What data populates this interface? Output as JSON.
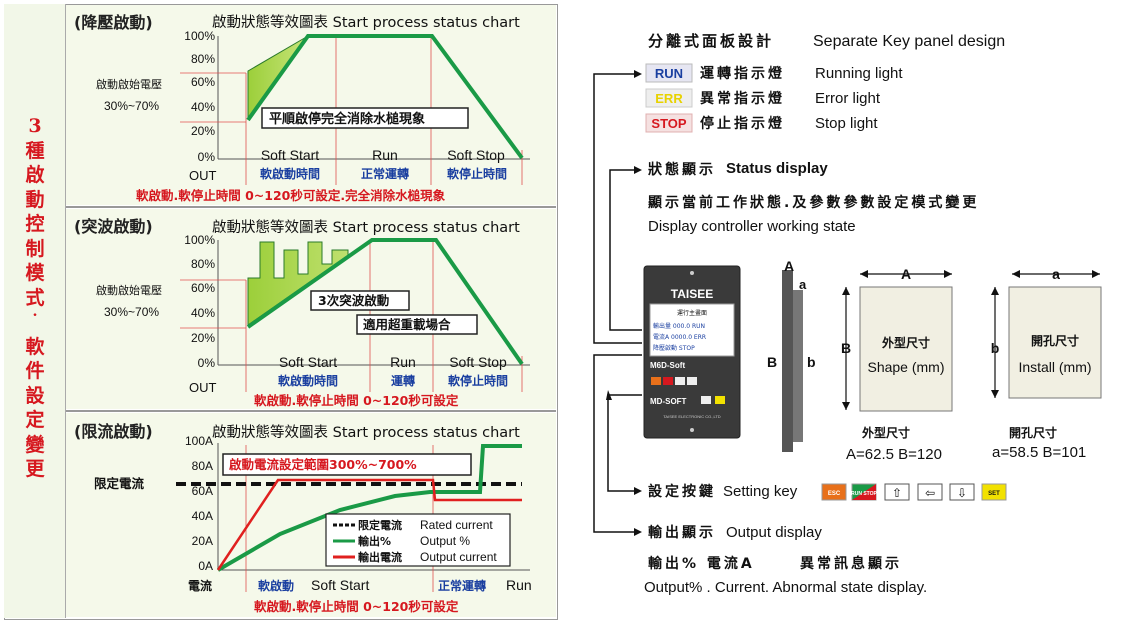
{
  "left": {
    "side_title": "3種啟動控制模式˙軟件設定變更",
    "panels": [
      {
        "heading": "(降壓啟動)",
        "chart_title": "啟動狀態等效圖表 Start process status chart",
        "y_ticks": [
          "100%",
          "80%",
          "60%",
          "40%",
          "20%",
          "0%"
        ],
        "start_label_1": "啟動啟始電壓",
        "start_label_2": "30%~70%",
        "out_label": "OUT",
        "phase_en": [
          "Soft Start",
          "Run",
          "Soft Stop"
        ],
        "phase_cn": [
          "軟啟動時間",
          "正常運轉",
          "軟停止時間"
        ],
        "callout": "平順啟停完全消除水槌現象",
        "note": "軟啟動.軟停止時間 0~120秒可設定.完全消除水槌現象"
      },
      {
        "heading": "(突波啟動)",
        "chart_title": "啟動狀態等效圖表 Start process status chart",
        "y_ticks": [
          "100%",
          "80%",
          "60%",
          "40%",
          "20%",
          "0%"
        ],
        "start_label_1": "啟動啟始電壓",
        "start_label_2": "30%~70%",
        "out_label": "OUT",
        "phase_en": [
          "Soft Start",
          "Run",
          "Soft Stop"
        ],
        "phase_cn": [
          "軟啟動時間",
          "運轉",
          "軟停止時間"
        ],
        "callout_1": "3次突波啟動",
        "callout_2": "適用超重載場合",
        "note": "軟啟動.軟停止時間 0~120秒可設定"
      },
      {
        "heading": "(限流啟動)",
        "chart_title": "啟動狀態等效圖表 Start process status chart",
        "y_ticks": [
          "100A",
          "80A",
          "60A",
          "40A",
          "20A",
          "0A"
        ],
        "limit_label": "限定電流",
        "x_axis_label": "電流",
        "callout": "啟動電流設定範圍300%~700%",
        "phase_cn_1": "軟啟動",
        "phase_en_1": "Soft Start",
        "phase_cn_2": "正常運轉",
        "phase_en_2": "Run",
        "legend": [
          {
            "cn": "限定電流",
            "en": "Rated current"
          },
          {
            "cn": "輸出%",
            "en": "Output %"
          },
          {
            "cn": "輸出電流",
            "en": "Output current"
          }
        ],
        "note": "軟啟動.軟停止時間 0~120秒可設定"
      }
    ]
  },
  "right": {
    "title_cn": "分離式面板設計",
    "title_en": "Separate Key panel design",
    "lights": [
      {
        "badge": "RUN",
        "cn": "運轉指示燈",
        "en": "Running  light"
      },
      {
        "badge": "ERR",
        "cn": "異常指示燈",
        "en": "Error light"
      },
      {
        "badge": "STOP",
        "cn": "停止指示燈",
        "en": "Stop light"
      }
    ],
    "status_cn": "狀態顯示",
    "status_en": "Status display",
    "status_desc_cn": "顯示當前工作狀態.及參數參數設定模式變更",
    "status_desc_en": "Display controller working state",
    "device": {
      "brand": "TAISEE",
      "screen_title": "運行主畫面",
      "screen_line1": "輸出量 000.0 RUN",
      "screen_line2": "電流A 0000.0 ERR",
      "screen_line3": "降壓啟動      STOP",
      "model_1": "M6D-Soft",
      "model_2": "MD-SOFT",
      "footer": "TAISEE ELECTRONIC CO.,LTD"
    },
    "side_A": "A",
    "side_a": "a",
    "side_B": "B",
    "side_b": "b",
    "shape_label_cn": "外型尺寸",
    "shape_label_en": "Shape (mm)",
    "install_label_cn": "開孔尺寸",
    "install_label_en": "Install (mm)",
    "shape_dims_cn": "外型尺寸",
    "shape_dims_val": "A=62.5  B=120",
    "install_dims_cn": "開孔尺寸",
    "install_dims_val": "a=58.5  B=101",
    "setting_cn": "設定按鍵",
    "setting_en": "Setting key",
    "keys": [
      "ESC",
      "RUN STOP",
      "⇧",
      "⇦",
      "⇩",
      "SET"
    ],
    "output_cn": "輸出顯示",
    "output_en": "Output display",
    "output_desc_cn_1": "輸出%  電流A",
    "output_desc_cn_2": "異常訊息顯示",
    "output_desc_en": "Output% . Current. Abnormal state display.",
    "colors": {
      "run": "#1a3fa0",
      "err": "#e8d200",
      "stop": "#d6181f",
      "key_orange": "#e8701a",
      "key_yellow": "#f2e100"
    }
  }
}
